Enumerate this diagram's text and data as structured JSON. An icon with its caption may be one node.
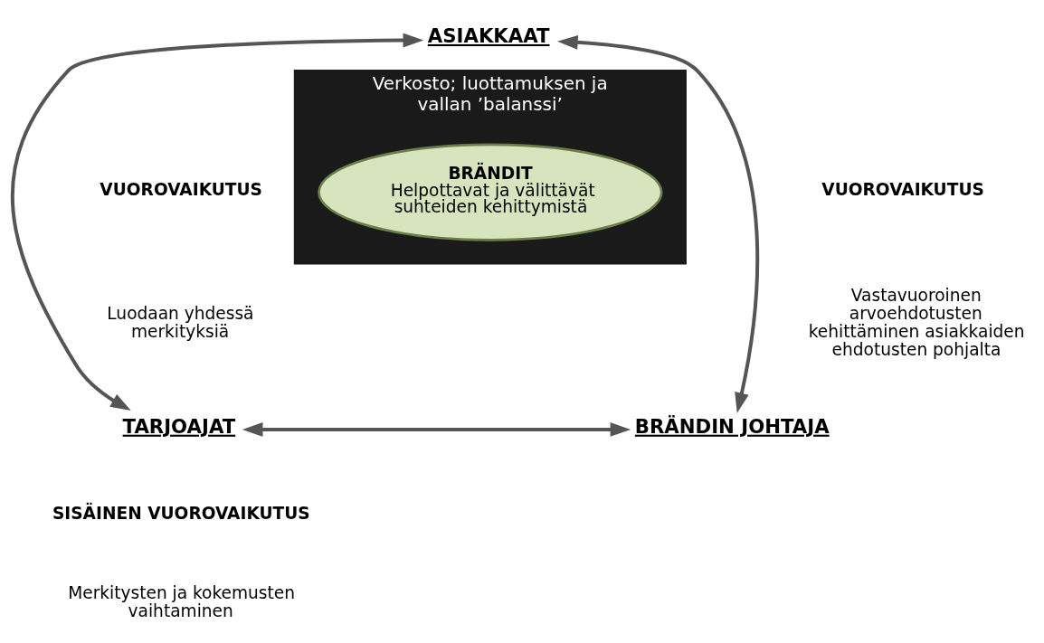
{
  "diagram": {
    "nodes": [
      {
        "text": [
          "ASIAKKAAT"
        ]
      },
      {
        "text": [
          "TARJOAJAT"
        ]
      },
      {
        "text": [
          "BRÄNDIN JOHTAJA"
        ]
      },
      {
        "text": [
          "Verkosto; luottamuksen ja vallan ’balanssi’"
        ]
      },
      {
        "text": [
          "BRÄNDIT",
          "Helpottavat ja välittävät suhteiden kehittymistä"
        ],
        "in": 3
      }
    ],
    "edges": [
      {
        "from": 0,
        "to": 1,
        "arrow": "both"
      },
      {
        "from": 0,
        "to": 2,
        "arrow": "both"
      },
      {
        "from": 1,
        "to": 2,
        "arrow": "both"
      }
    ],
    "labels": [
      "VUOROVAIKUTUS",
      "Luodaan yhdessä merkityksiä",
      "VUOROVAIKUTUS",
      "Vastavuoroinen arvoehdotusten kehittäminen asiakkaiden ehdotusten pohjalta",
      "SISÄINEN VUOROVAIKUTUS",
      "Merkitysten ja kokemusten vaihtaminen"
    ]
  }
}
